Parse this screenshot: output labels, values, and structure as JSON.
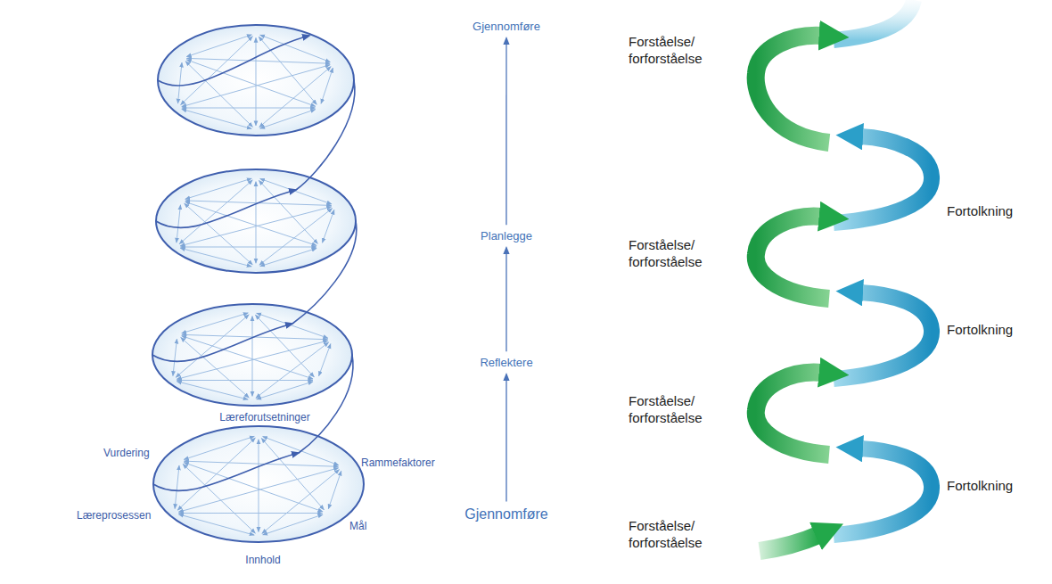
{
  "diagram": {
    "nodes": [
      {
        "text": [
          "Gjennomføre"
        ]
      },
      {
        "text": [
          "Planlegge"
        ]
      },
      {
        "text": [
          "Reflektere"
        ]
      },
      {
        "text": [
          "Gjennomføre"
        ]
      }
    ],
    "edges": [
      {
        "from": 3,
        "to": 2,
        "arrow": "to"
      },
      {
        "from": 2,
        "to": 1,
        "arrow": "to"
      },
      {
        "from": 1,
        "to": 0,
        "arrow": "to"
      }
    ],
    "labels": [
      "Læreforutsetninger",
      "Vurdering",
      "Rammefaktorer",
      "Læreprosessen",
      "Mål",
      "Innhold",
      "Forståelse/ forforståelse",
      "Fortolkning",
      "Forståelse/ forforståelse",
      "Fortolkning",
      "Forståelse/ forforståelse",
      "Fortolkning",
      "Forståelse/ forforståelse"
    ]
  }
}
